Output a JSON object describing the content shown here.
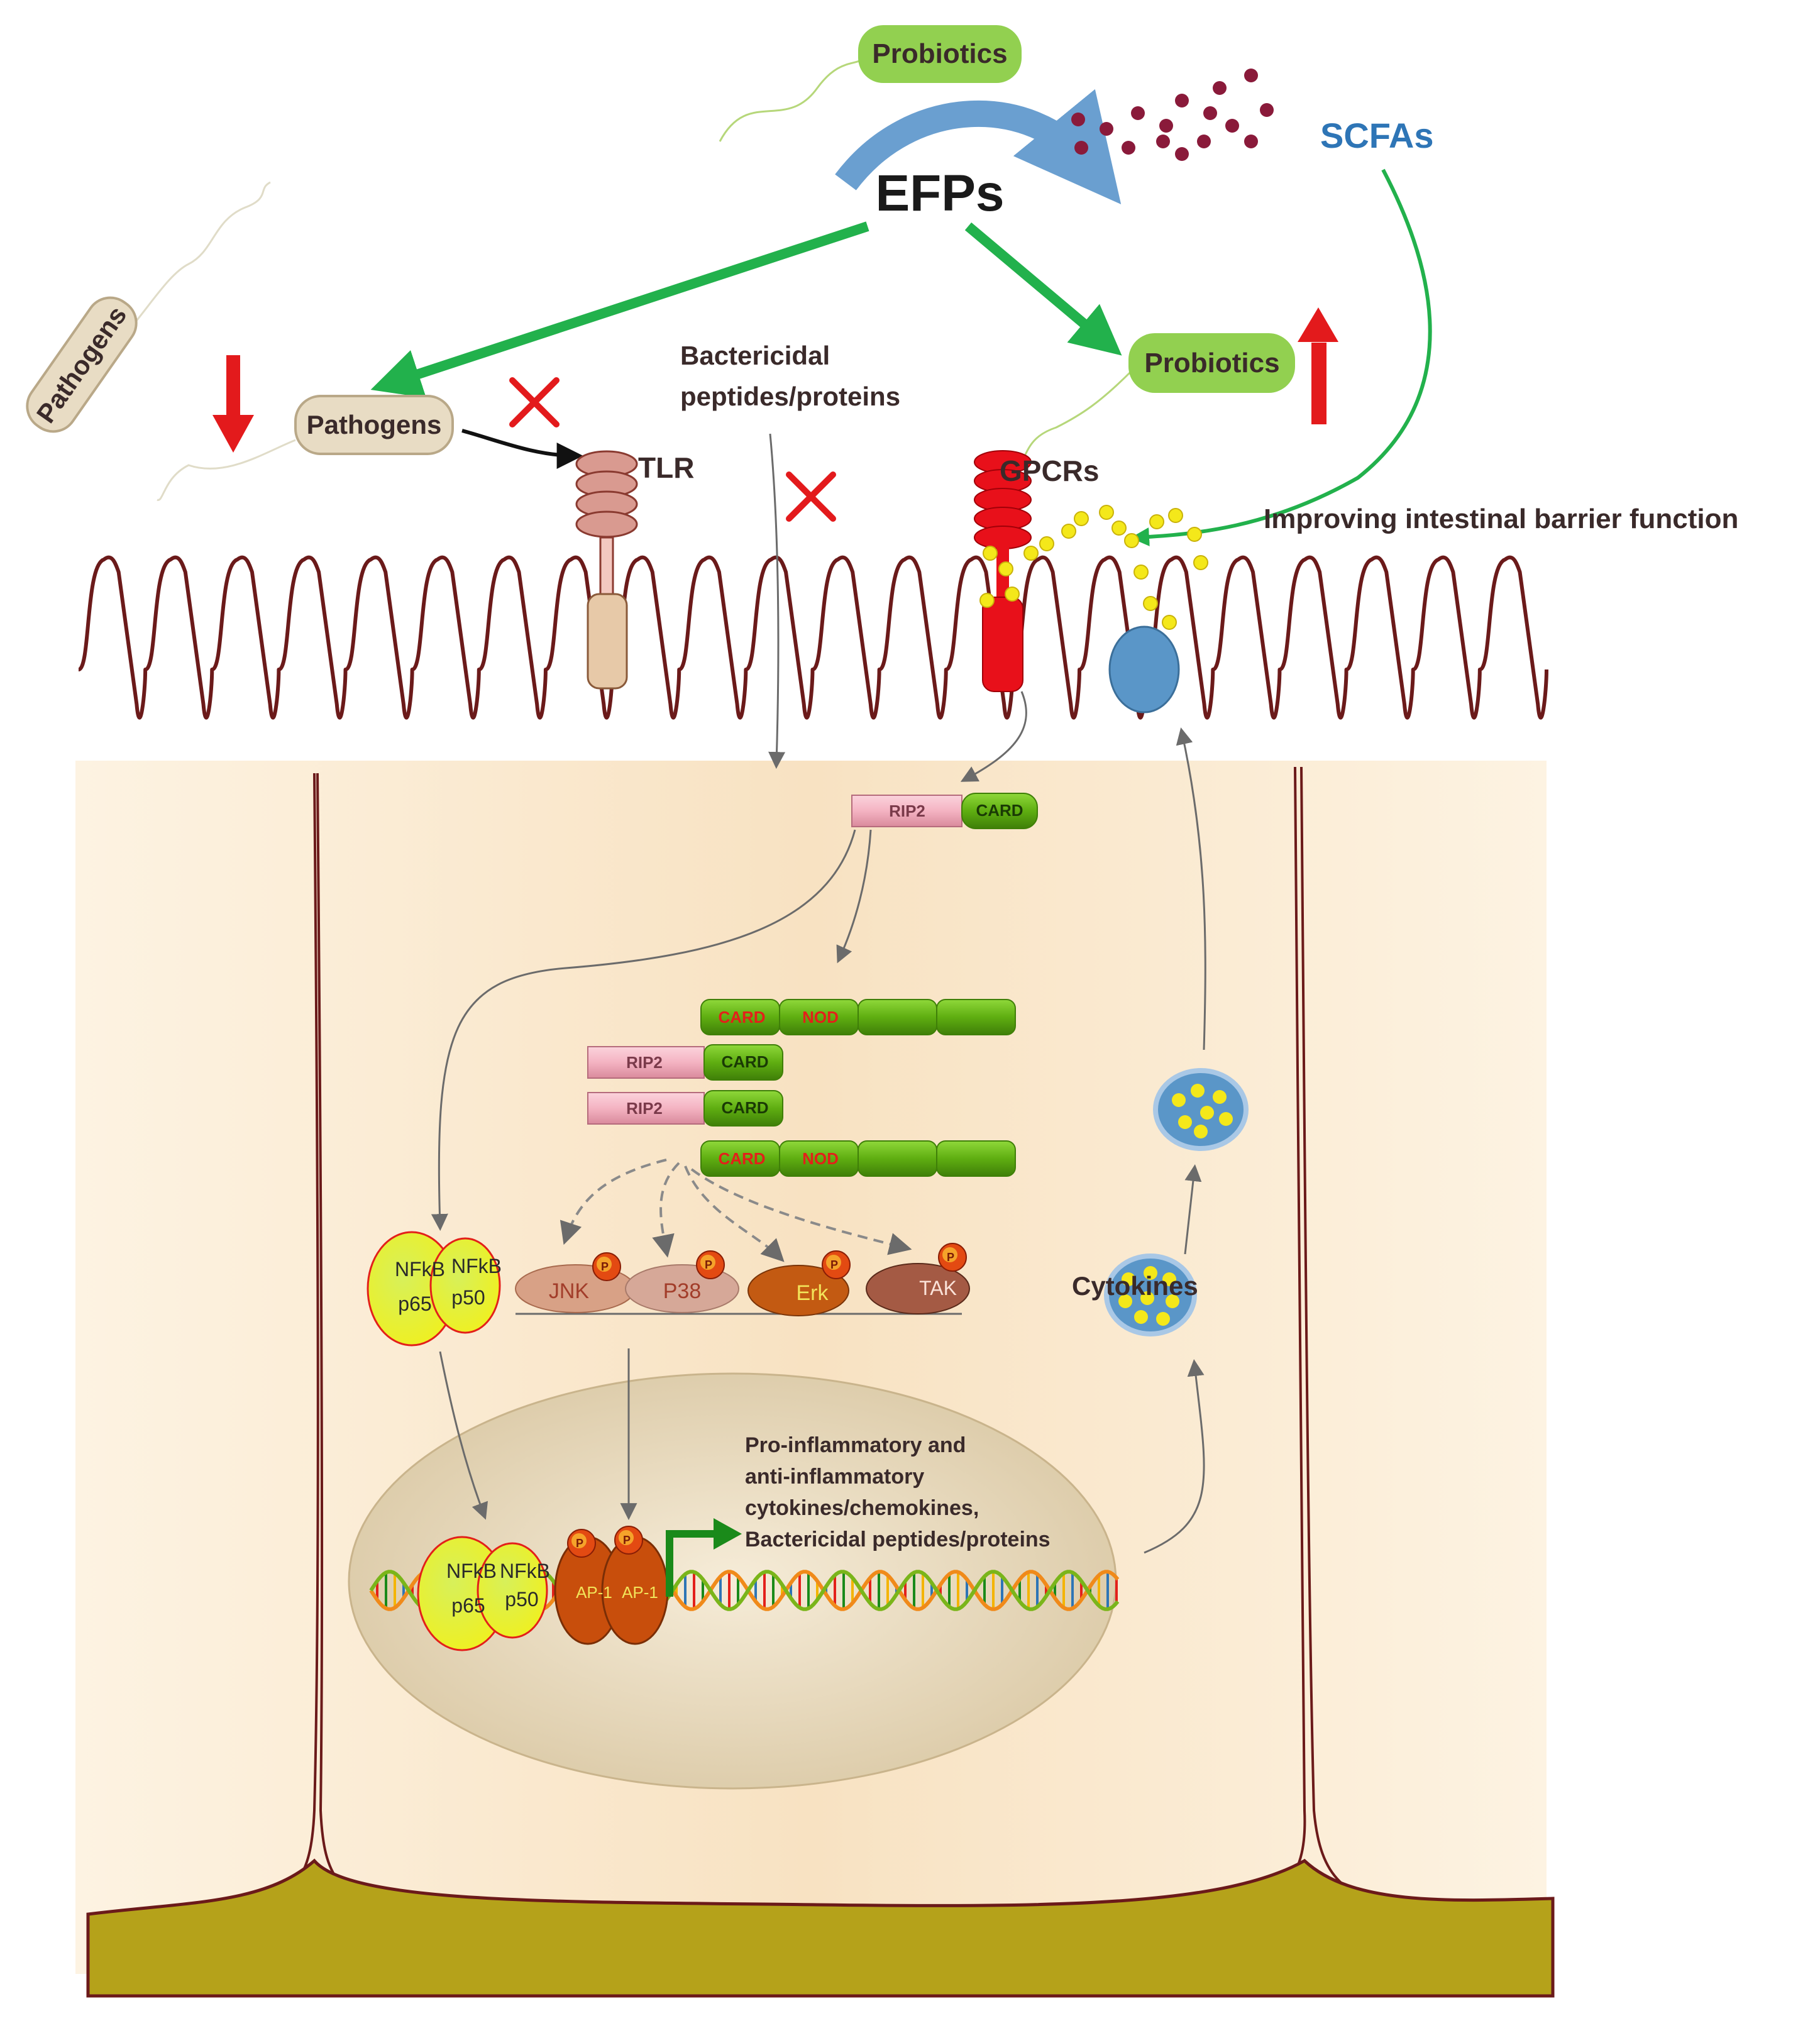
{
  "labels": {
    "efps": "EFPs",
    "probiotics_top": "Probiotics",
    "probiotics_right": "Probiotics",
    "scfas": "SCFAs",
    "pathogens_free": "Pathogens",
    "pathogens_bound": "Pathogens",
    "tlr": "TLR",
    "gpcrs": "GPCRs",
    "bactericidal_line1": "Bactericidal",
    "bactericidal_line2": "peptides/proteins",
    "barrier": "Improving intestinal barrier function",
    "rip2": "RIP2",
    "card": "CARD",
    "nod": "NOD",
    "nfkb": "NFkB",
    "p65": "p65",
    "p50": "p50",
    "jnk": "JNK",
    "p38": "P38",
    "erk": "Erk",
    "tak": "TAK",
    "ap1": "AP-1",
    "phospho": "P",
    "cytokines": "Cytokines",
    "gene_line1": "Pro-inflammatory and",
    "gene_line2": "anti-inflammatory",
    "gene_line3": "cytokines/chemokines,",
    "gene_line4": "Bactericidal peptides/proteins"
  },
  "indicators": {
    "pathogens": "decrease",
    "probiotics": "increase",
    "tlr_signal": "blocked",
    "bactericidal_uptake": "blocked"
  },
  "colors": {
    "efp_arrow": "#22b14c",
    "scfa_text": "#2e75b6",
    "up_down_arrow": "#e31a1c",
    "block_x": "#e31a1c",
    "probiotic_fill": "#92d050",
    "pathogen_fill": "#e8dcc4",
    "membrane": "#6b1a1a",
    "cytoplasm": "#f9e6c8",
    "nucleus": "#e9dcc0",
    "basement": "#b5a21a",
    "gpcr": "#e8101a",
    "tlr": "#d99a90",
    "rip2_fill": "#f4b3c2",
    "card_fill": "#5fae11",
    "nfkb_fill": "#e6ef25",
    "ap1_fill": "#c84e0c",
    "vesicle_fill": "#5a96c8",
    "vesicle_dot": "#f4e81a"
  }
}
